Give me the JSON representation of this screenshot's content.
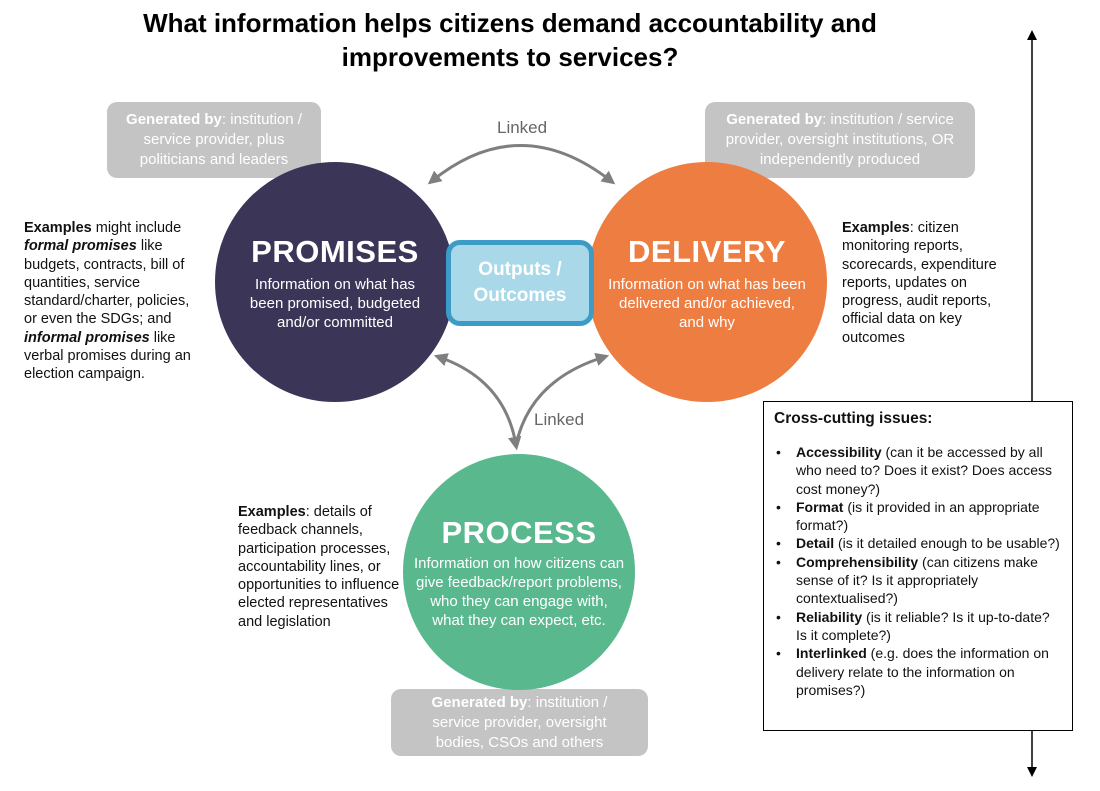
{
  "title_line1": "What information helps citizens demand accountability and",
  "title_line2": "improvements to services?",
  "link_label_top": "Linked",
  "link_label_bottom": "Linked",
  "promises": {
    "heading": "PROMISES",
    "desc": [
      "Information on what has",
      "been promised, budgeted",
      "and/or committed"
    ],
    "color": "#3b3658",
    "generated": {
      "label": "Generated by",
      "lines": [
        ": institution /",
        "service provider, plus",
        "politicians and leaders"
      ]
    },
    "examples": {
      "b1": "Examples",
      "t1": " might include ",
      "i1": "formal promises",
      "t2": " like budgets, contracts, bill of quantities, service standard/charter, policies, or even the SDGs; and ",
      "i2": "informal promises",
      "t3": " like verbal promises during an election campaign."
    }
  },
  "delivery": {
    "heading": "DELIVERY",
    "desc": [
      "Information on what has been",
      "delivered and/or achieved,",
      "and why"
    ],
    "color": "#ee7d42",
    "generated": {
      "label": "Generated by",
      "lines": [
        ": institution / service",
        "provider, oversight institutions, OR",
        "independently produced"
      ]
    },
    "examples": {
      "b1": "Examples",
      "t1": ": citizen monitoring reports, scorecards, expenditure reports, updates on progress, audit reports, official data on key outcomes"
    }
  },
  "process": {
    "heading": "PROCESS",
    "desc": [
      "Information on how citizens can",
      "give feedback/report problems,",
      "who they can engage with,",
      "what they can expect, etc."
    ],
    "color": "#5ab88f",
    "generated": {
      "label": "Generated by",
      "lines": [
        ": institution /",
        "service provider, oversight",
        "bodies, CSOs and others"
      ]
    },
    "examples": {
      "b1": "Examples",
      "t1": ": details of feedback channels, participation processes, accountability lines, or opportunities to influence elected representatives and legislation"
    }
  },
  "outputs": {
    "line1": "Outputs /",
    "line2": "Outcomes"
  },
  "cross_cutting": {
    "heading": "Cross-cutting issues:",
    "items": [
      {
        "term": "Accessibility",
        "text": " (can it be accessed by all who need to? Does it exist? Does access cost money?)"
      },
      {
        "term": "Format",
        "text": " (is it provided in an appropriate format?)"
      },
      {
        "term": "Detail",
        "text": " (is it detailed enough to be usable?)"
      },
      {
        "term": "Comprehensibility",
        "text": " (can citizens make sense of it? Is it appropriately contextualised?)"
      },
      {
        "term": "Reliability",
        "text": " (is it reliable? Is it up-to-date? Is it complete?)"
      },
      {
        "term": "Interlinked",
        "text": " (e.g. does the information on delivery relate to the information on promises?)"
      }
    ]
  }
}
